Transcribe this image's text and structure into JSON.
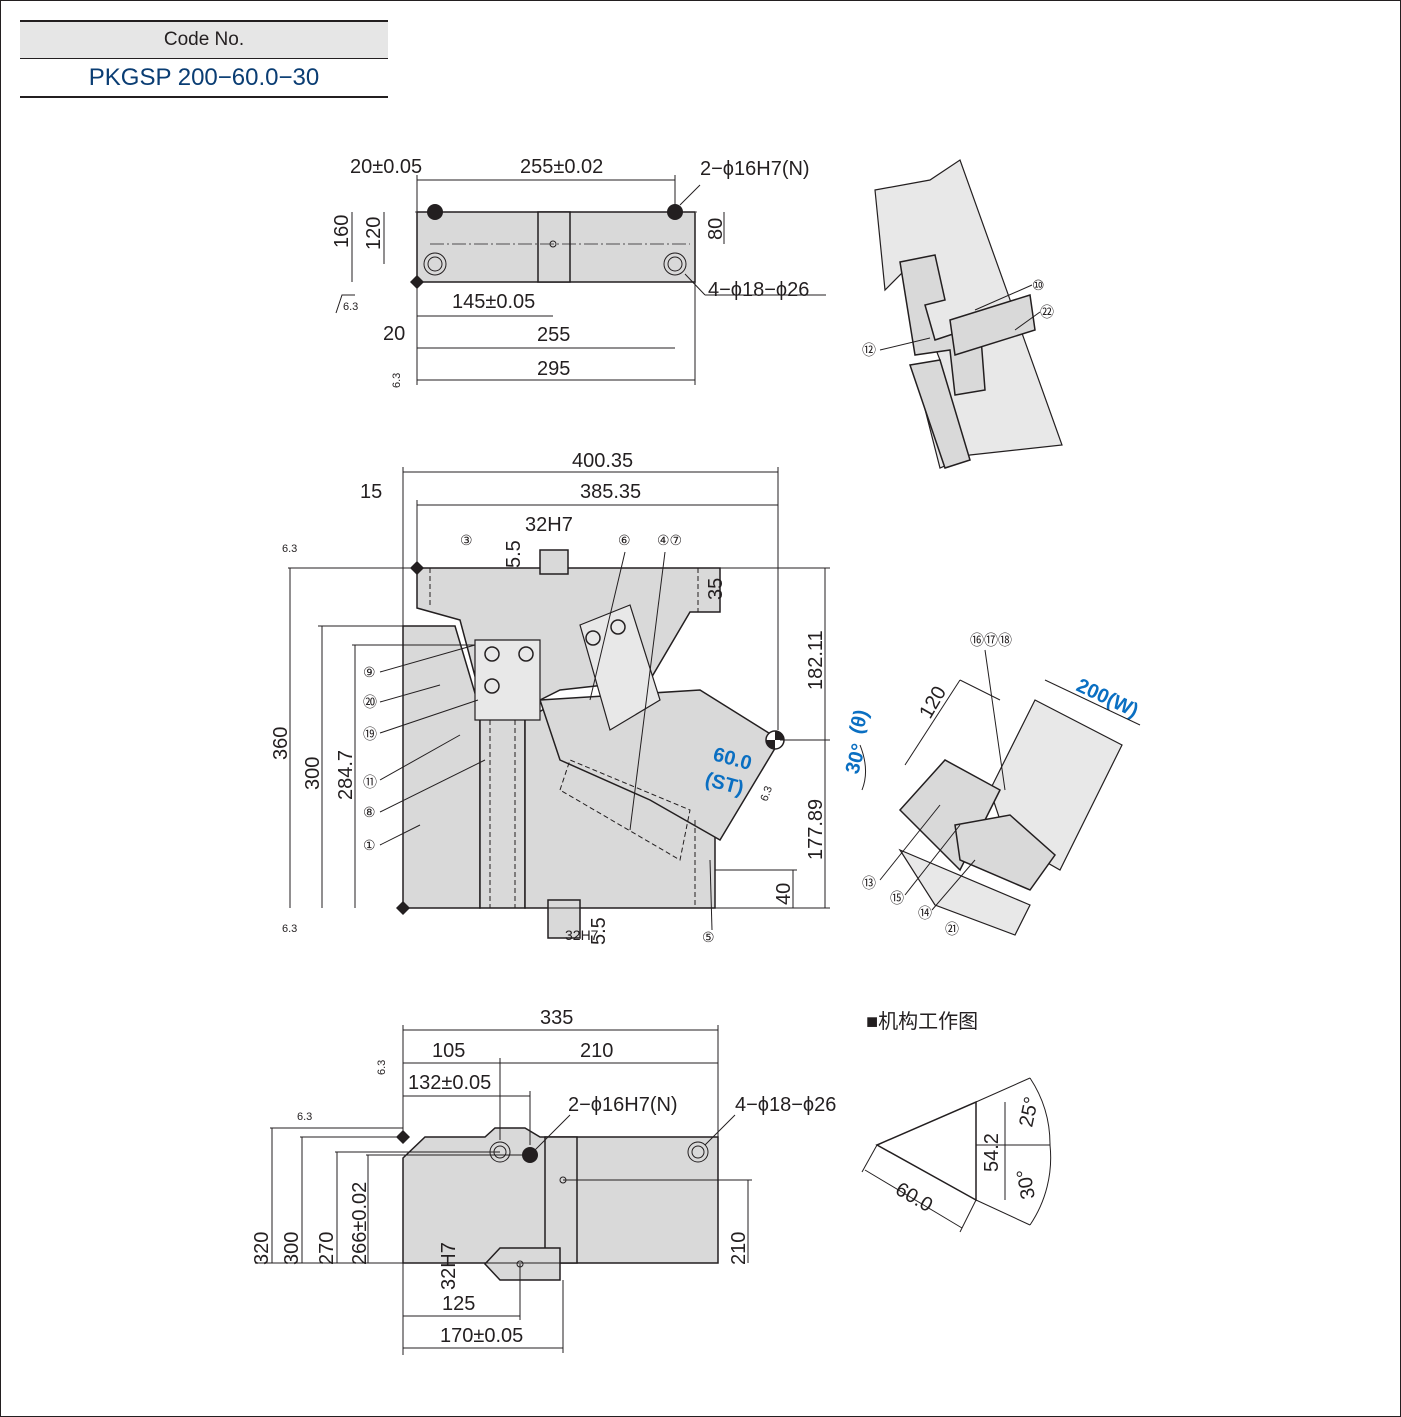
{
  "code": {
    "header": "Code No.",
    "value": "PKGSP 200−60.0−30"
  },
  "top_view": {
    "dims": {
      "d20_pm": "20±0.05",
      "d255_pm": "255±0.02",
      "hole_n": "2−ϕ16H7(N)",
      "d160": "160",
      "d120": "120",
      "d80": "80",
      "hole_c": "4−ϕ18−ϕ26",
      "d145": "145±0.05",
      "d20": "20",
      "d255": "255",
      "d295": "295",
      "rough1": "6.3",
      "rough2": "6.3"
    }
  },
  "front_view": {
    "dims": {
      "d400": "400.35",
      "d15": "15",
      "d385": "385.35",
      "d32h7": "32H7",
      "d5_5": "5.5",
      "d35": "35",
      "d182": "182.11",
      "d177": "177.89",
      "d40": "40",
      "d360": "360",
      "d300": "300",
      "d284": "284.7",
      "d32h7b": "32H7",
      "d5_5b": "5.5",
      "st": "60.0",
      "st_label": "(ST)",
      "angle": "30°",
      "theta": "(θ)",
      "rough_a": "6.3",
      "rough_b": "6.3",
      "rough_c": "6.3"
    },
    "callouts": [
      "③",
      "⑥",
      "④⑦",
      "⑨",
      "⑳",
      "⑲",
      "⑪",
      "⑧",
      "①",
      "⑤"
    ]
  },
  "side_view": {
    "dims": {
      "d335": "335",
      "d105": "105",
      "d210": "210",
      "d132": "132±0.05",
      "hole_n": "2−ϕ16H7(N)",
      "hole_c": "4−ϕ18−ϕ26",
      "d320": "320",
      "d300": "300",
      "d270": "270",
      "d266": "266±0.02",
      "d210v": "210",
      "d32h7": "32H7",
      "d125": "125",
      "d170": "170±0.05",
      "rough_a": "6.3",
      "rough_b": "6.3"
    }
  },
  "detail_top": {
    "callouts": [
      "⑩",
      "㉒",
      "⑫"
    ]
  },
  "detail_mid": {
    "callouts": [
      "⑯⑰⑱",
      "⑬",
      "⑮",
      "⑭",
      "㉑"
    ],
    "dims": {
      "d120": "120",
      "width": "200(W)"
    }
  },
  "mechanism": {
    "title": "■机构工作图",
    "dims": {
      "stroke": "60.0",
      "height": "54.2",
      "a25": "25°",
      "a30": "30°"
    }
  },
  "colors": {
    "fill": "#d9d9d9",
    "accent": "#0a6fc2",
    "code": "#0a3d73"
  }
}
